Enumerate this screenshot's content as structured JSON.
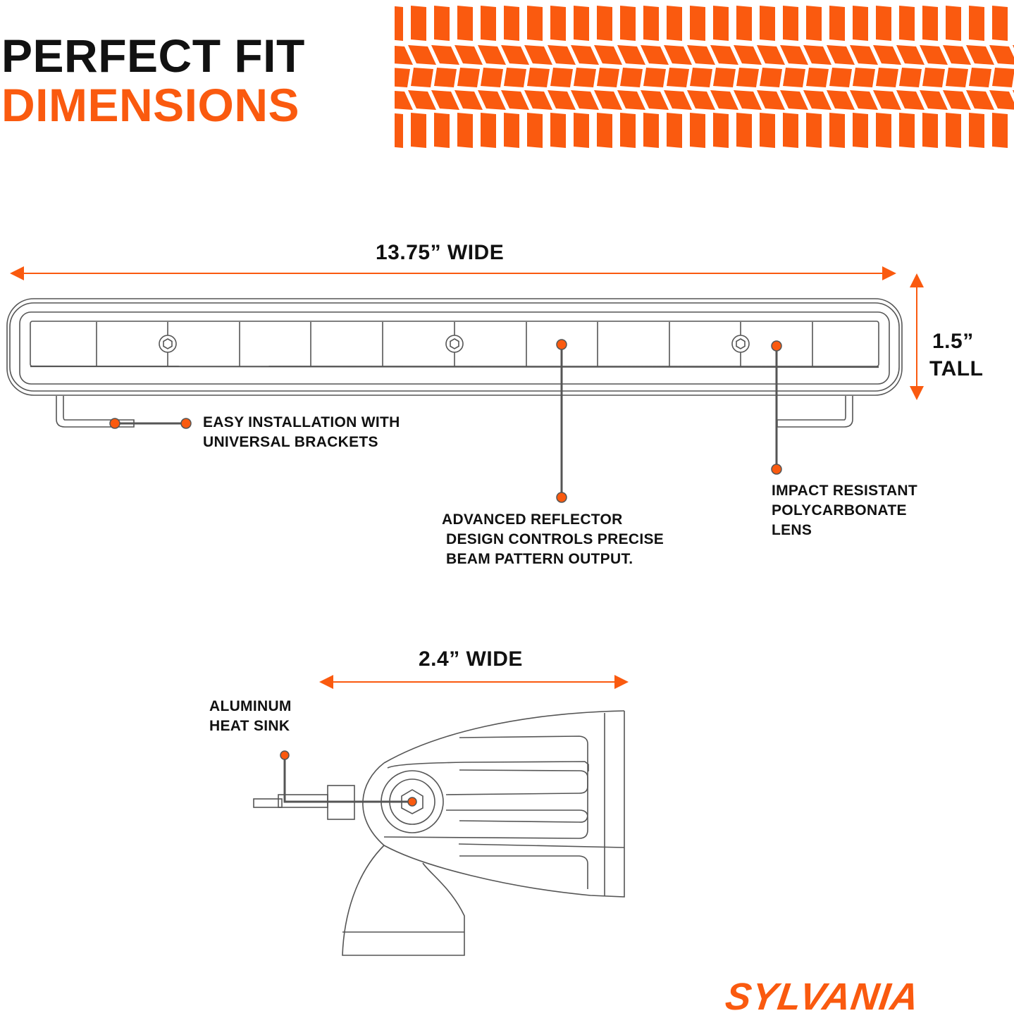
{
  "headline": {
    "line1": "PERFECT FIT",
    "line2": "DIMENSIONS"
  },
  "colors": {
    "accent": "#fa5a0f",
    "text": "#111111",
    "line": "#555555",
    "background": "#ffffff"
  },
  "dimensions": {
    "bar_width": "13.75” WIDE",
    "bar_height_line1": "1.5”",
    "bar_height_line2": "TALL",
    "side_width": "2.4” WIDE"
  },
  "callouts": {
    "brackets": [
      "EASY INSTALLATION WITH",
      "UNIVERSAL BRACKETS"
    ],
    "reflector": [
      "ADVANCED REFLECTOR",
      "DESIGN CONTROLS PRECISE",
      "BEAM PATTERN OUTPUT."
    ],
    "lens": [
      "IMPACT RESISTANT",
      "POLYCARBONATE",
      "LENS"
    ],
    "heatsink": [
      "ALUMINUM",
      "HEAT SINK"
    ]
  },
  "brand": {
    "logo_text": "SYLVANIA"
  },
  "icons": {
    "pattern": "tire-tread-pattern",
    "light_bar": "light-bar-front-drawing",
    "side_view": "light-bar-side-drawing"
  }
}
